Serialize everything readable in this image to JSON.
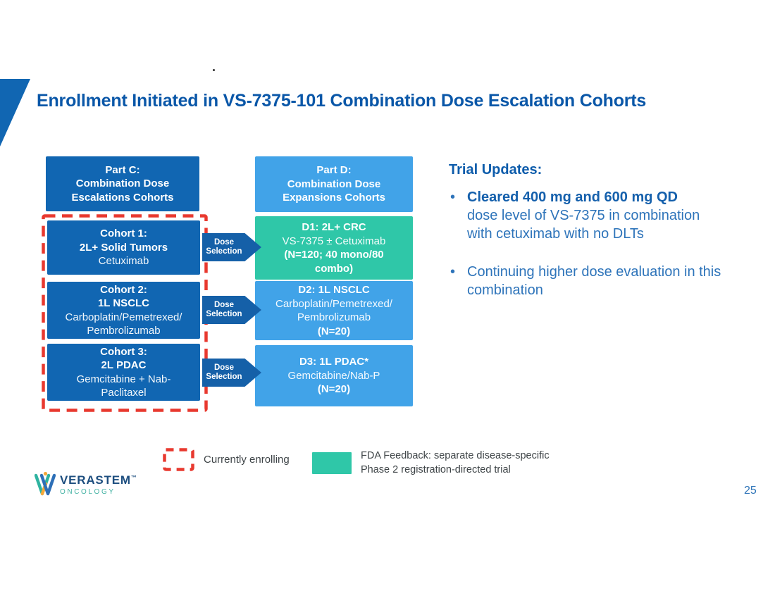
{
  "slide": {
    "title": "Enrollment Initiated in VS-7375-101 Combination Dose Escalation Cohorts",
    "page_number": "25"
  },
  "colors": {
    "dark_blue": "#1166b2",
    "light_blue": "#41a3e8",
    "teal": "#2fc7a8",
    "title_blue": "#0a57a8",
    "body_blue": "#2e74ba",
    "red_dash": "#e8392f"
  },
  "diagram": {
    "part_c": {
      "lines": [
        "Part C:",
        "Combination Dose",
        "Escalations Cohorts"
      ]
    },
    "part_d": {
      "lines": [
        "Part D:",
        "Combination Dose",
        "Expansions Cohorts"
      ]
    },
    "cohorts": [
      {
        "bold_lines": [
          "Cohort 1:",
          "2L+ Solid Tumors"
        ],
        "body_lines": [
          "Cetuximab"
        ]
      },
      {
        "bold_lines": [
          "Cohort 2:",
          "1L NSCLC"
        ],
        "body_lines": [
          "Carboplatin/Pemetrexed/",
          "Pembrolizumab"
        ]
      },
      {
        "bold_lines": [
          "Cohort 3:",
          "2L PDAC"
        ],
        "body_lines": [
          "Gemcitabine + Nab-",
          "Paclitaxel"
        ]
      }
    ],
    "expansions": [
      {
        "bold_line": "D1: 2L+ CRC",
        "body_lines": [
          "VS-7375 ± Cetuximab"
        ],
        "n_lines": [
          "(N=120; 40 mono/80",
          "combo)"
        ]
      },
      {
        "bold_line": "D2: 1L NSCLC",
        "body_lines": [
          "Carboplatin/Pemetrexed/",
          "Pembrolizumab"
        ],
        "n_lines": [
          "(N=20)"
        ]
      },
      {
        "bold_line": "D3: 1L PDAC*",
        "body_lines": [
          "Gemcitabine/Nab-P"
        ],
        "n_lines": [
          "(N=20)"
        ]
      }
    ],
    "arrow": {
      "line1": "Dose",
      "line2": "Selection"
    }
  },
  "trial_updates": {
    "heading": "Trial Updates:",
    "bullets": [
      {
        "bold": "Cleared 400 mg and 600 mg QD",
        "rest": "dose level of VS-7375 in combination with cetuximab with no DLTs"
      },
      {
        "bold": "",
        "rest": "Continuing higher dose evaluation in this combination"
      }
    ]
  },
  "legend": {
    "enrolling_label": "Currently enrolling",
    "fda_line1": "FDA Feedback: separate disease-specific",
    "fda_line2": "Phase 2 registration-directed trial"
  },
  "logo": {
    "name": "VERASTEM",
    "tm": "™",
    "sub": "ONCOLOGY"
  }
}
